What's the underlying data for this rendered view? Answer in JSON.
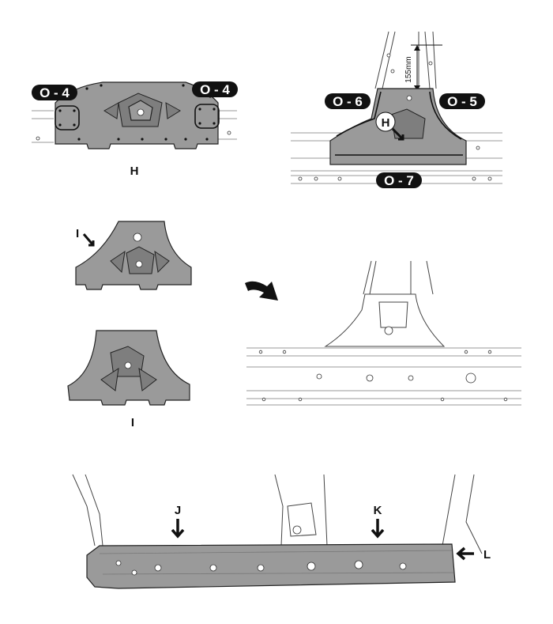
{
  "colors": {
    "part_fill": "#9a9a9a",
    "tag_bg": "#111111",
    "tag_text": "#ffffff",
    "line": "#444444"
  },
  "panel_h": {
    "caption": "H",
    "tags": [
      "O - 4",
      "O - 4"
    ]
  },
  "panel_installed": {
    "tags": [
      "O - 6",
      "O - 5",
      "O - 7"
    ],
    "dimension": "155mm",
    "pointer": "H"
  },
  "panel_i": {
    "arrow_label": "I",
    "caption": "I"
  },
  "panel_rocker": {
    "arrows": [
      "J",
      "K",
      "L"
    ]
  },
  "icons": [
    "rotate-arrow-icon",
    "direction-arrow-icon"
  ]
}
